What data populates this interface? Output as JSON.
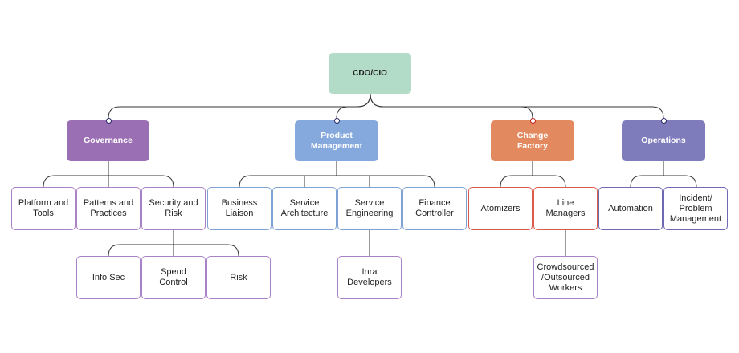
{
  "root": "CDO/CIO",
  "units": {
    "governance": "Governance",
    "product": "Product\nManagement",
    "change": "Change\nFactory",
    "operations": "Operations"
  },
  "governance_items": {
    "platform": "Platform and\nTools",
    "patterns": "Patterns and\nPractices",
    "security": "Security and\nRisk",
    "infosec": "Info Sec",
    "spend": "Spend\nControl",
    "risk": "Risk"
  },
  "product_items": {
    "business": "Business\nLiaison",
    "architecture": "Service\nArchitecture",
    "engineering": "Service\nEngineering",
    "finance": "Finance\nController",
    "developers": "Inra\nDevelopers"
  },
  "change_items": {
    "atomizers": "Atomizers",
    "line_managers": "Line\nManagers",
    "crowdsourced": "Crowdsourced\n/Outsourced\nWorkers"
  },
  "operations_items": {
    "automation": "Automation",
    "incident": "Incident/\nProblem\nManagement"
  }
}
